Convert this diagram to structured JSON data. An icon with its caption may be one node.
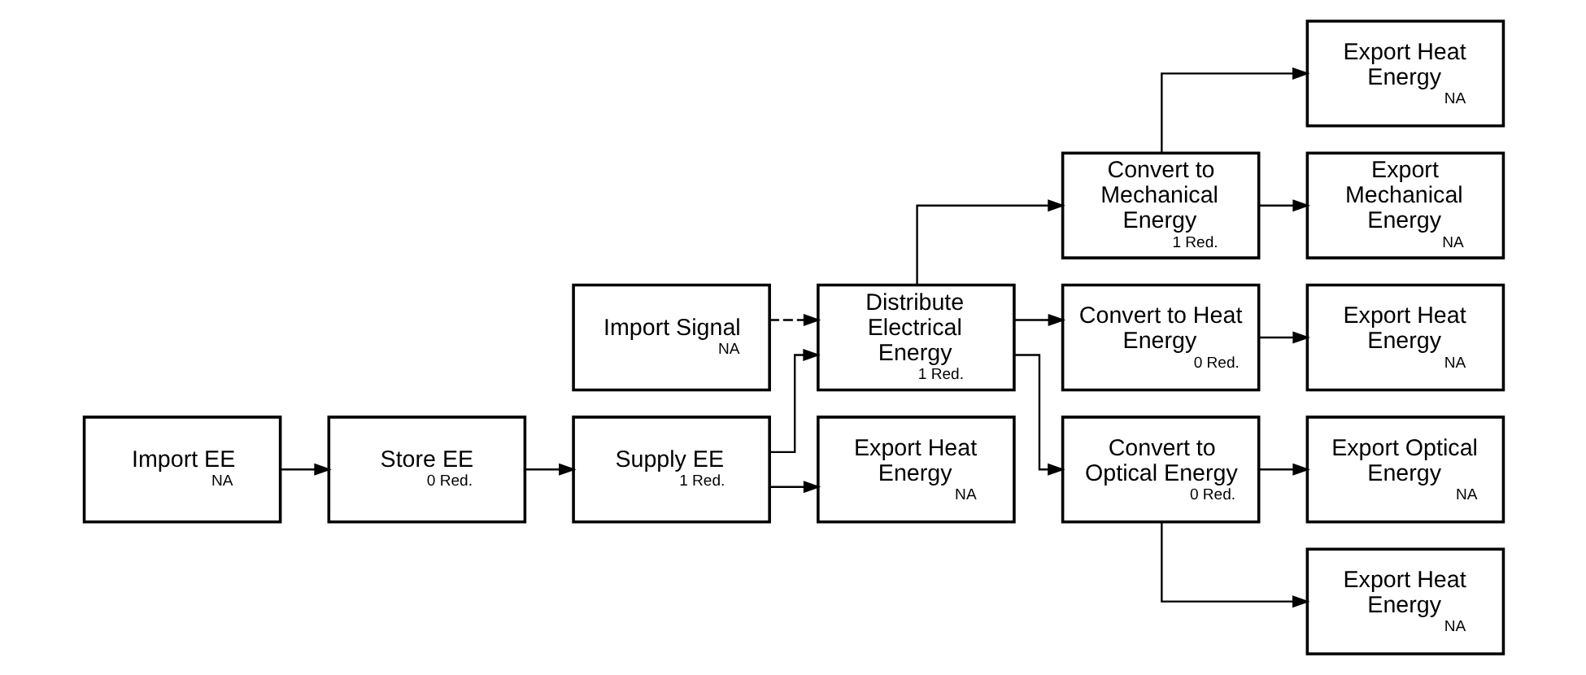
{
  "diagram": {
    "nodes": [
      {
        "text": [
          "Import Signal",
          "NA"
        ]
      },
      {
        "text": [
          "Import EE",
          "NA"
        ]
      },
      {
        "text": [
          "Store EE",
          "0 Red."
        ]
      },
      {
        "text": [
          "Supply EE",
          "1 Red."
        ]
      },
      {
        "text": [
          "Distribute Electrical Energy",
          "1 Red."
        ]
      },
      {
        "text": [
          "Export Heat Energy",
          "NA"
        ]
      },
      {
        "text": [
          "Convert to Mechanical Energy",
          "1 Red."
        ]
      },
      {
        "text": [
          "Convert to Heat Energy",
          "0 Red."
        ]
      },
      {
        "text": [
          "Convert to Optical Energy",
          "0 Red."
        ]
      },
      {
        "text": [
          "Export Heat Energy",
          "NA"
        ]
      },
      {
        "text": [
          "Export Mechanical Energy",
          "NA"
        ]
      },
      {
        "text": [
          "Export Heat Energy",
          "NA"
        ]
      },
      {
        "text": [
          "Export Optical Energy",
          "NA"
        ]
      },
      {
        "text": [
          "Export Heat Energy",
          "NA"
        ]
      }
    ],
    "edges": [
      {
        "from": 0,
        "to": 4,
        "arrow": "to",
        "style": "dashed"
      },
      {
        "from": 1,
        "to": 2,
        "arrow": "to"
      },
      {
        "from": 2,
        "to": 3,
        "arrow": "to"
      },
      {
        "from": 3,
        "to": 4,
        "arrow": "to"
      },
      {
        "from": 3,
        "to": 5,
        "arrow": "to"
      },
      {
        "from": 4,
        "to": 6,
        "arrow": "to"
      },
      {
        "from": 4,
        "to": 7,
        "arrow": "to"
      },
      {
        "from": 4,
        "to": 8,
        "arrow": "to"
      },
      {
        "from": 6,
        "to": 9,
        "arrow": "to"
      },
      {
        "from": 6,
        "to": 10,
        "arrow": "to"
      },
      {
        "from": 7,
        "to": 11,
        "arrow": "to"
      },
      {
        "from": 8,
        "to": 12,
        "arrow": "to"
      },
      {
        "from": 8,
        "to": 13,
        "arrow": "to"
      }
    ]
  }
}
